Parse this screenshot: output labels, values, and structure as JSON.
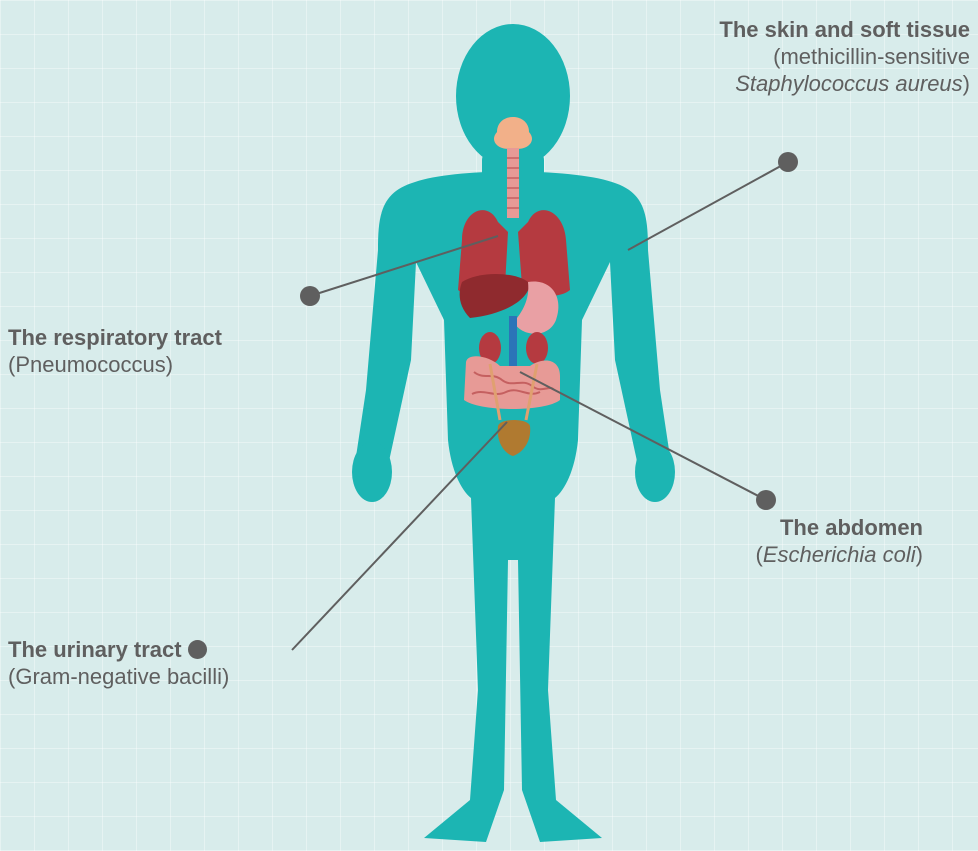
{
  "colors": {
    "background": "#d8eceb",
    "body": "#1cb5b3",
    "text": "#5f5f5f",
    "leader": "#5f5f5f",
    "organ_red": "#b53a40",
    "organ_pink": "#e79a96"
  },
  "annotations": {
    "skin": {
      "title": "The skin and soft tissue",
      "sub_prefix": "(methicillin-sensitive",
      "sub_italic": "Staphylococcus aureus",
      "sub_suffix": ")"
    },
    "respiratory": {
      "title": "The respiratory tract",
      "sub": "(Pneumococcus)"
    },
    "abdomen": {
      "title": "The abdomen",
      "sub_prefix": "(",
      "sub_italic": "Escherichia coli",
      "sub_suffix": ")"
    },
    "urinary": {
      "title": "The urinary tract",
      "sub": "(Gram-negative bacilli)"
    }
  },
  "icons": [
    "human-body-silhouette",
    "lungs-icon",
    "liver-icon",
    "stomach-icon",
    "kidneys-icon",
    "intestines-icon",
    "bladder-icon"
  ]
}
